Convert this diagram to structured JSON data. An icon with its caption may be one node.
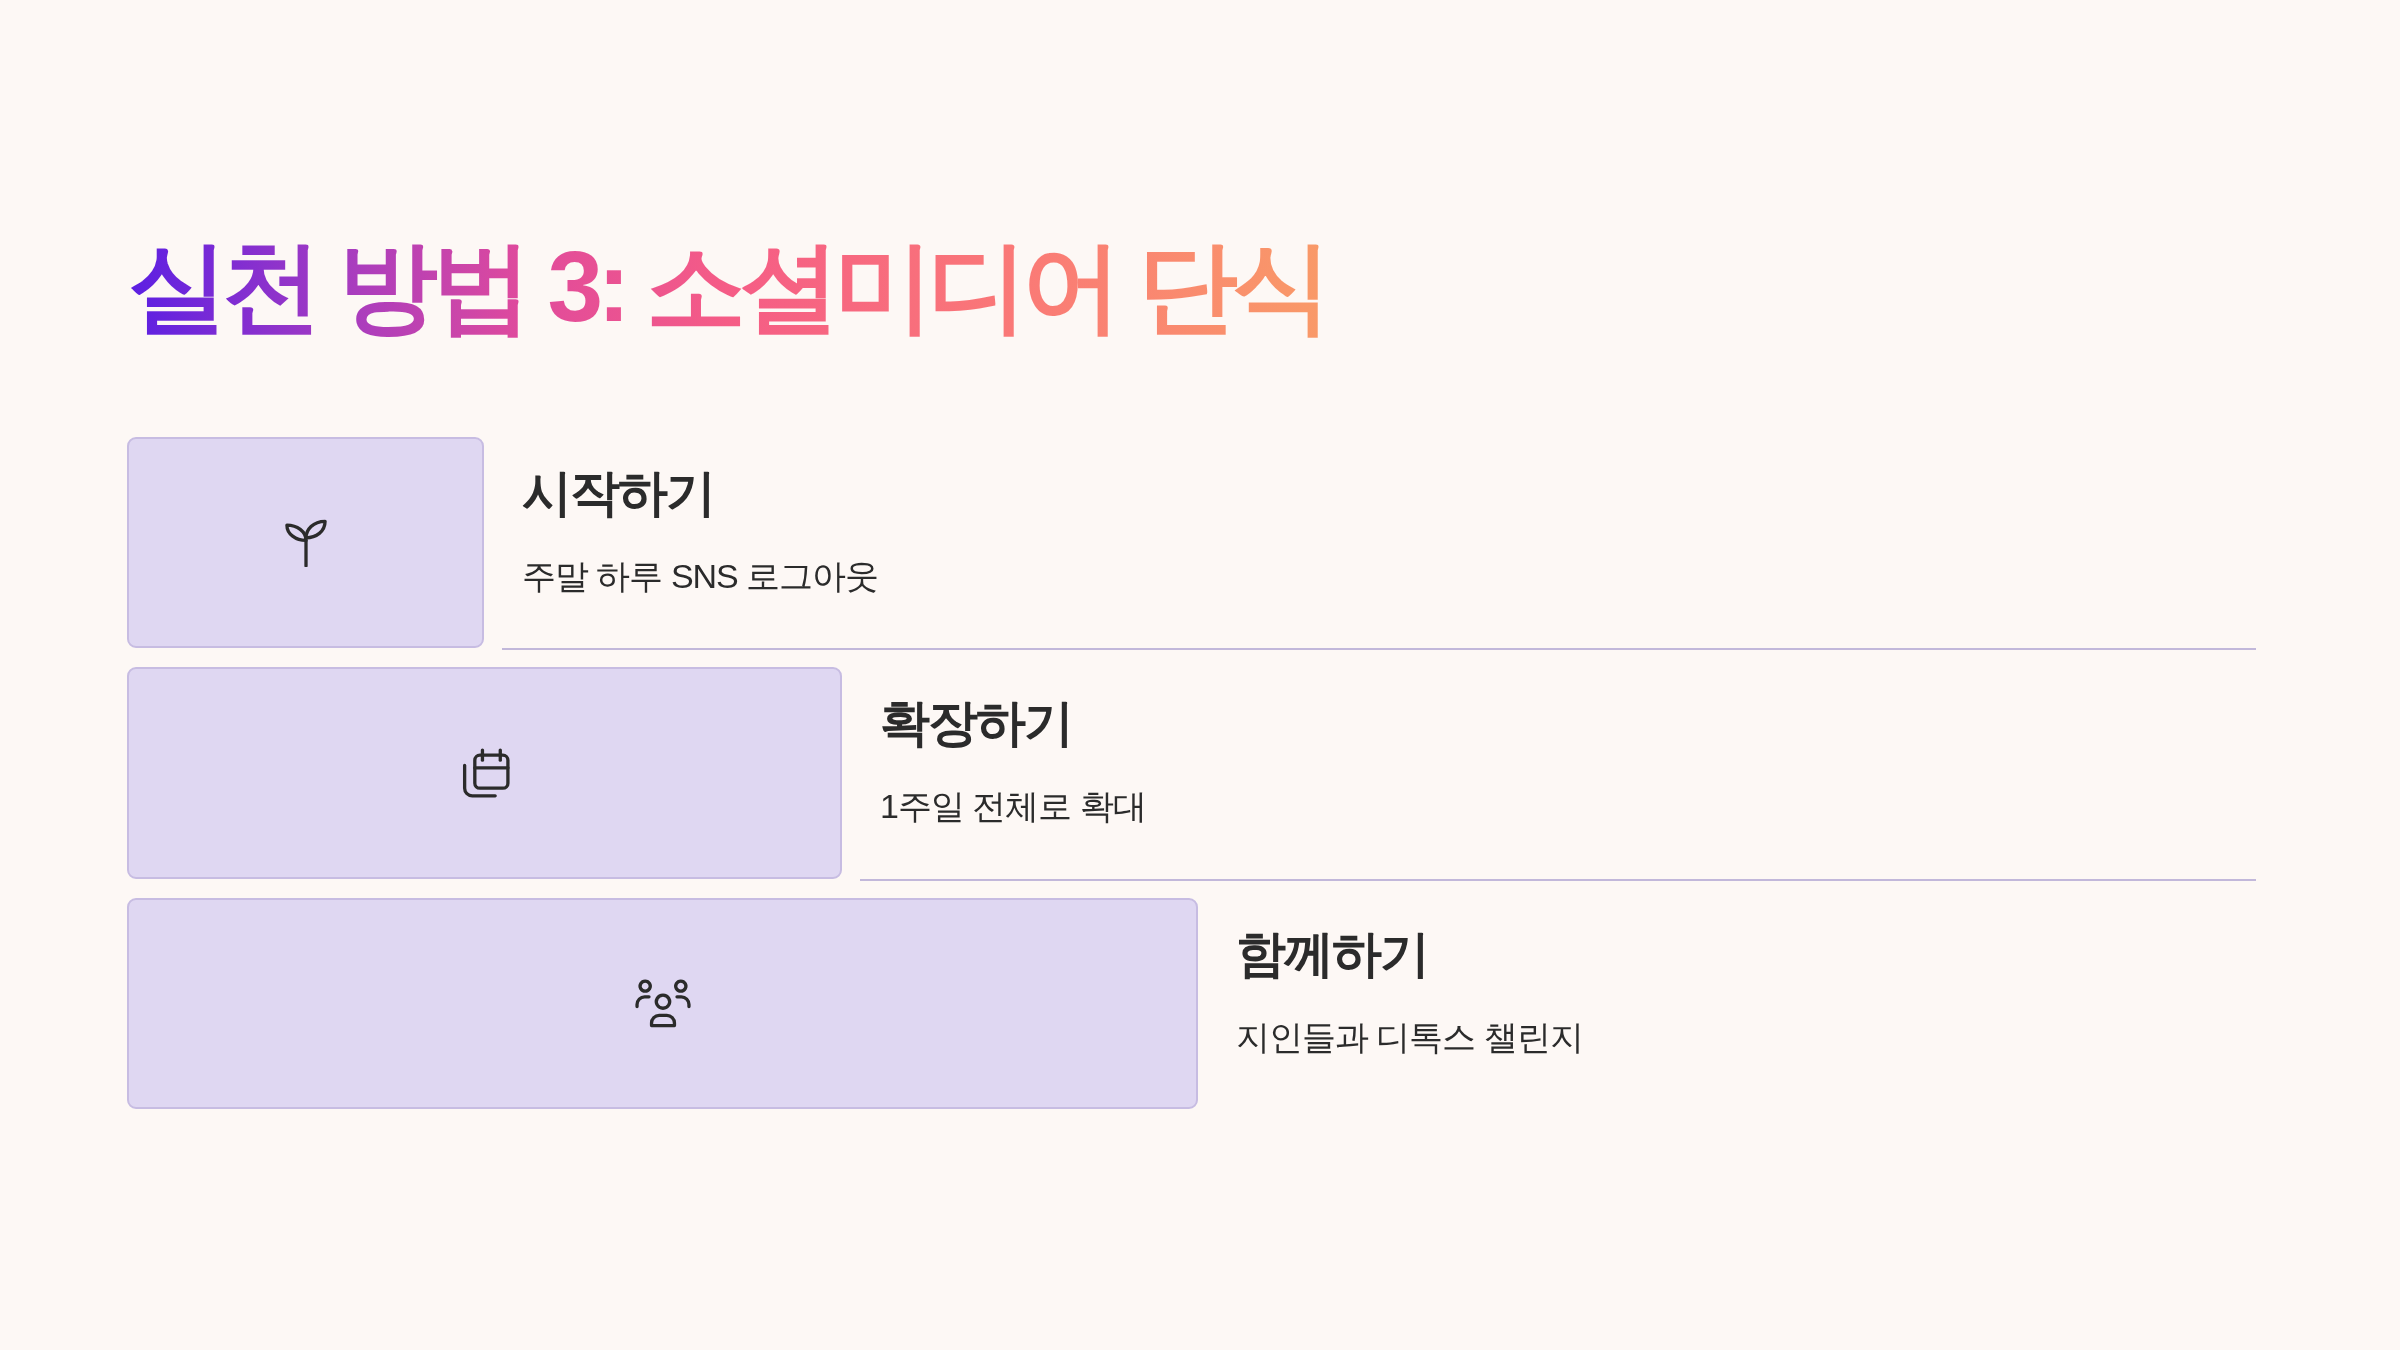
{
  "diagram": {
    "title": "실천 방법 3: 소셜미디어 단식",
    "nodes": [
      {
        "text": [
          "시작하기",
          "주말 하루 SNS 로그아웃"
        ]
      },
      {
        "text": [
          "확장하기",
          "1주일 전체로 확대"
        ]
      },
      {
        "text": [
          "함께하기",
          "지인들과 디톡스 챌린지"
        ]
      }
    ]
  }
}
